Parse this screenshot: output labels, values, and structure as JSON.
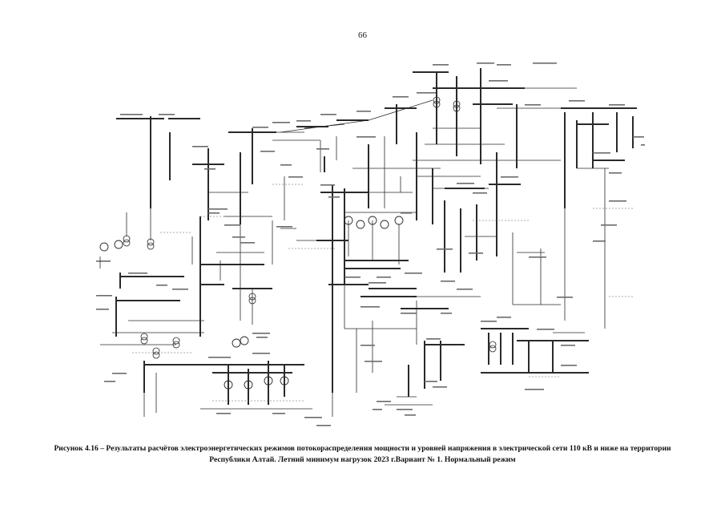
{
  "page": {
    "number": "66"
  },
  "caption": {
    "line1": "Рисунок 4.16 – Результаты расчётов электроэнергетических режимов потокораспределения мощности и уровней напряжения в электрической сети 110 кВ и ниже на территории",
    "line2": "Республики Алтай. Летний минимум нагрузок 2023 г.Вариант № 1. Нормальный режим"
  },
  "diagram": {
    "stroke_color": "#2a2a2a",
    "dash_color": "#555555",
    "text_color": "#333333"
  }
}
